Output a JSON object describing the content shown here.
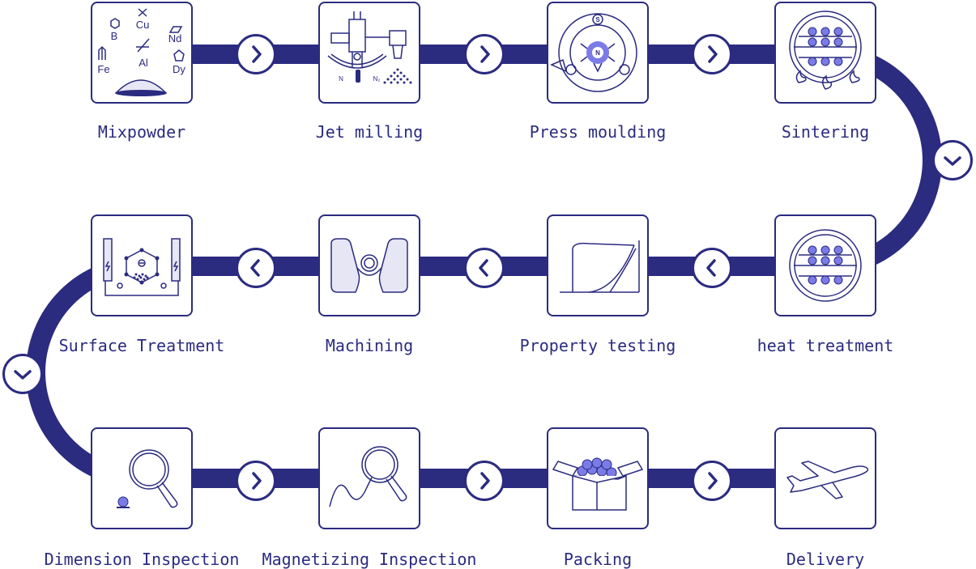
{
  "colors": {
    "track": "#2b2b80",
    "accent": "#7b7be8",
    "label": "#2b2b80",
    "border": "#2b2b80"
  },
  "steps": [
    {
      "label": "Mixpowder",
      "icon": "element-powder-icon",
      "elements": [
        "B",
        "Cu",
        "Nd",
        "Fe",
        "Al",
        "Dy"
      ]
    },
    {
      "label": "Jet milling",
      "icon": "jet-mill-icon",
      "gases": [
        "N",
        "N₂"
      ]
    },
    {
      "label": "Press moulding",
      "icon": "magnetic-press-icon",
      "poles": [
        "S",
        "N"
      ]
    },
    {
      "label": "Sintering",
      "icon": "sintering-furnace-icon"
    },
    {
      "label": "heat treatment",
      "icon": "heat-treatment-furnace-icon"
    },
    {
      "label": "Property testing",
      "icon": "property-curve-icon"
    },
    {
      "label": "Machining",
      "icon": "machining-icon"
    },
    {
      "label": "Surface Treatment",
      "icon": "electroplating-icon"
    },
    {
      "label": "Dimension Inspection",
      "icon": "magnifier-dimension-icon"
    },
    {
      "label": "Magnetizing Inspection",
      "icon": "magnifier-wave-icon"
    },
    {
      "label": "Packing",
      "icon": "packing-box-icon"
    },
    {
      "label": "Delivery",
      "icon": "airplane-icon"
    }
  ],
  "connectors": [
    {
      "direction": "right",
      "icon": "chevron-right-icon"
    },
    {
      "direction": "right",
      "icon": "chevron-right-icon"
    },
    {
      "direction": "right",
      "icon": "chevron-right-icon"
    },
    {
      "direction": "down",
      "icon": "chevron-down-icon"
    },
    {
      "direction": "left",
      "icon": "chevron-left-icon"
    },
    {
      "direction": "left",
      "icon": "chevron-left-icon"
    },
    {
      "direction": "left",
      "icon": "chevron-left-icon"
    },
    {
      "direction": "down",
      "icon": "chevron-down-icon"
    },
    {
      "direction": "right",
      "icon": "chevron-right-icon"
    },
    {
      "direction": "right",
      "icon": "chevron-right-icon"
    },
    {
      "direction": "right",
      "icon": "chevron-right-icon"
    }
  ]
}
